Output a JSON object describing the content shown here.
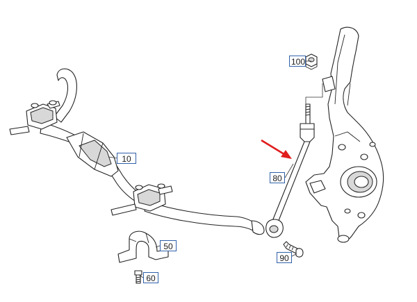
{
  "colors": {
    "callout_border": "#2f5fa8",
    "arrow": "#e01e1e",
    "line": "#222222"
  },
  "parts": [
    {
      "id": "callout-100",
      "label": "100",
      "icon": "nut-icon"
    },
    {
      "id": "callout-10",
      "label": "10",
      "icon": "stabilizer-bar-icon"
    },
    {
      "id": "callout-80",
      "label": "80",
      "icon": "link-rod-icon"
    },
    {
      "id": "callout-50",
      "label": "50",
      "icon": "clamp-bracket-icon"
    },
    {
      "id": "callout-90",
      "label": "90",
      "icon": "bolt-icon"
    },
    {
      "id": "callout-60",
      "label": "60",
      "icon": "bolt-icon"
    }
  ]
}
